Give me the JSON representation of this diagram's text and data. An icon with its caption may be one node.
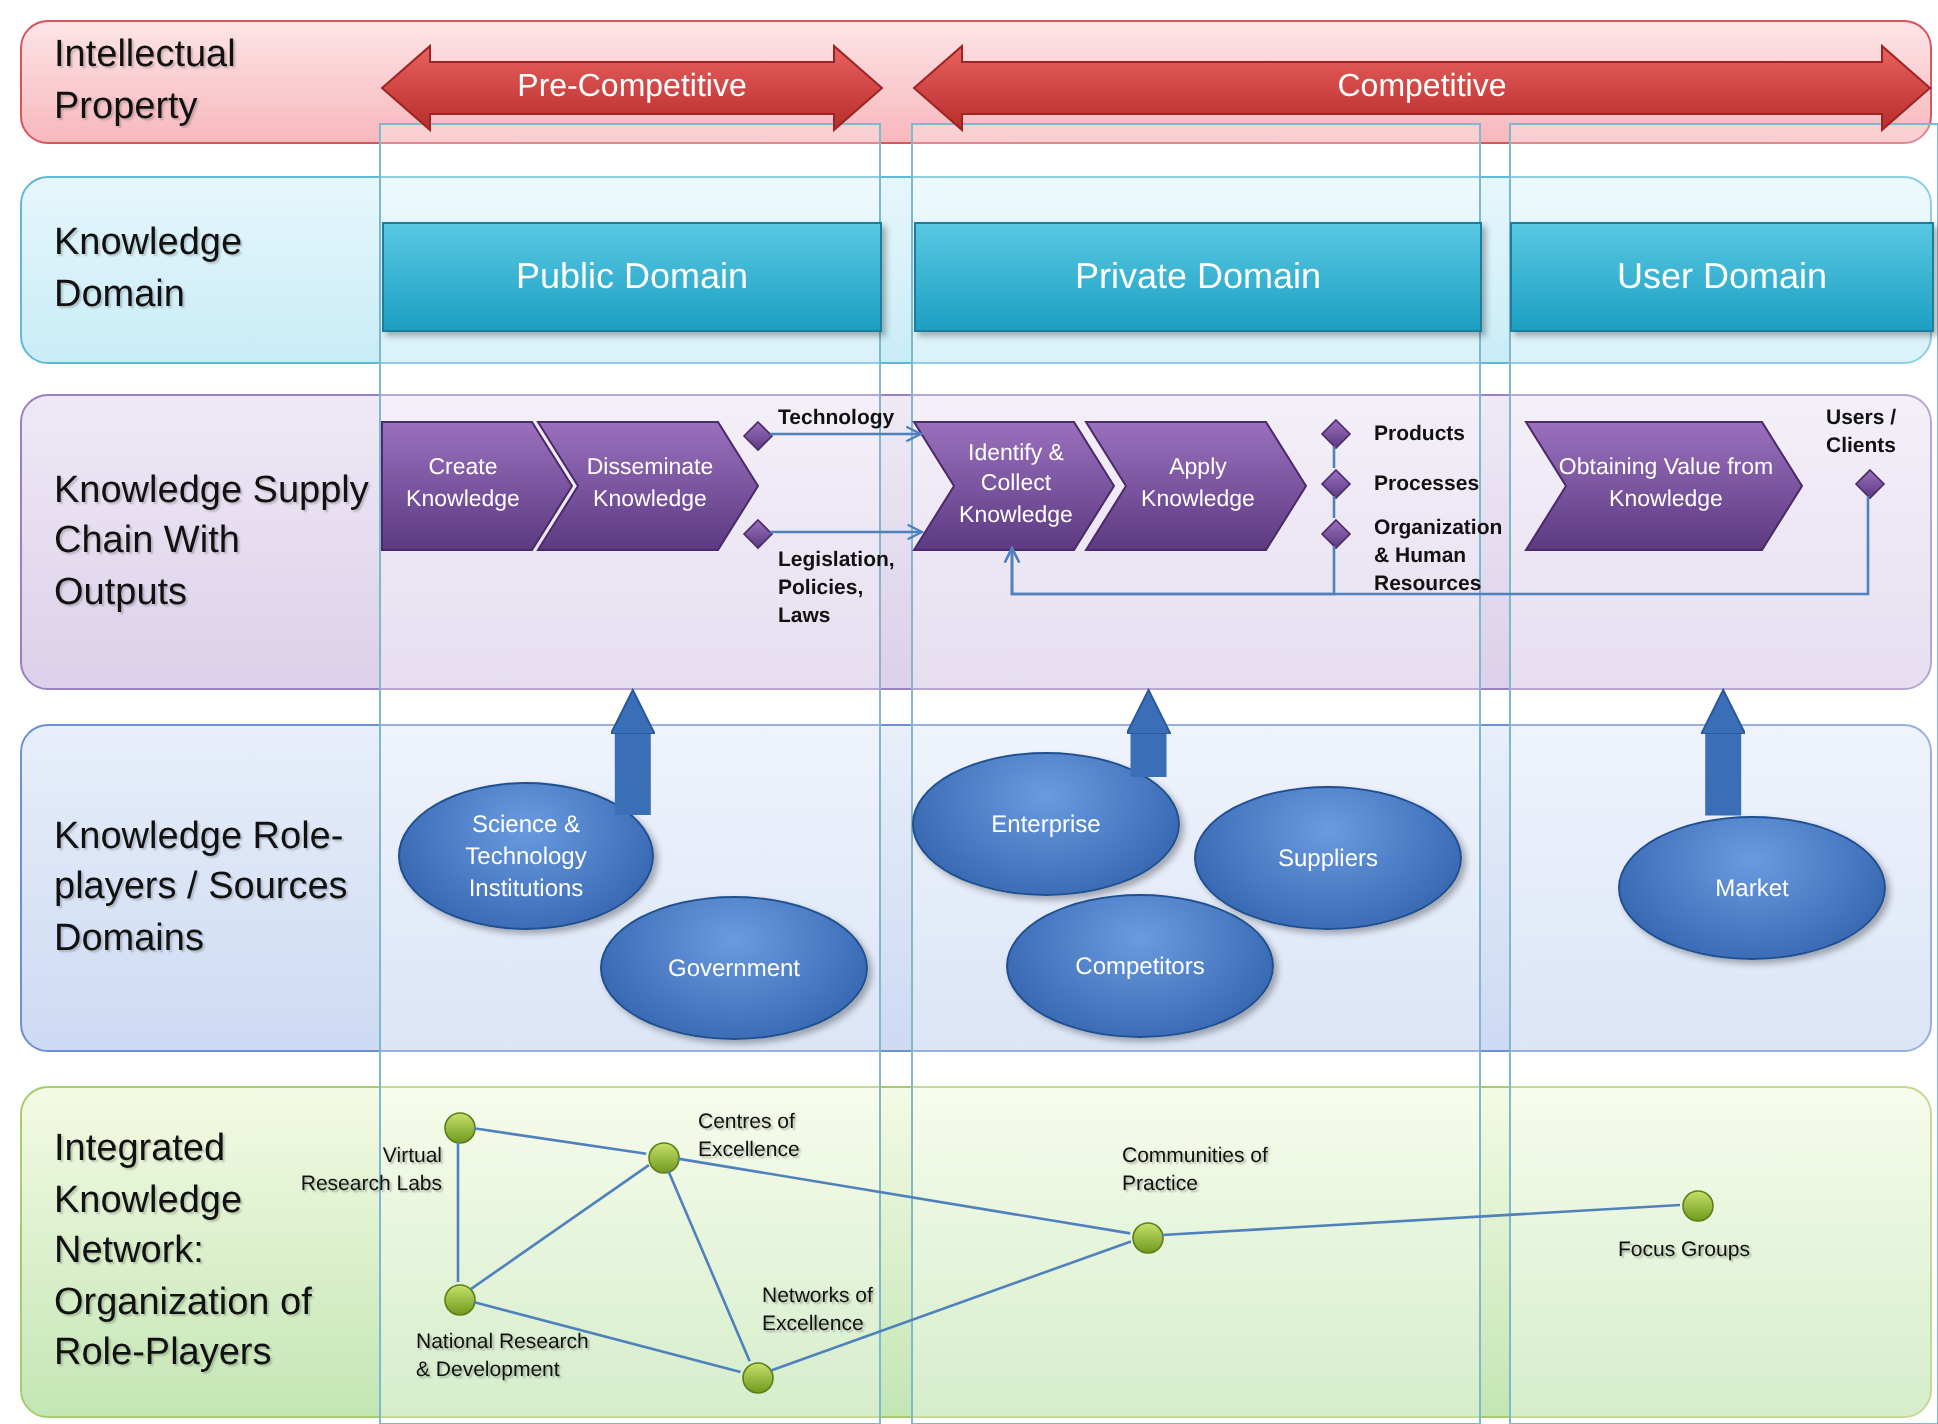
{
  "diagram": {
    "nodes": [
      {
        "text": [
          "Intellectual Property"
        ]
      },
      {
        "text": [
          "Knowledge Domain"
        ]
      },
      {
        "text": [
          "Knowledge Supply Chain With Outputs"
        ]
      },
      {
        "text": [
          "Knowledge Role-players / Sources Domains"
        ]
      },
      {
        "text": [
          "Integrated Knowledge Network: Organization of Role-Players"
        ]
      },
      {
        "text": [
          "Pre-Competitive"
        ],
        "in": 0
      },
      {
        "text": [
          "Competitive"
        ],
        "in": 0
      },
      {
        "text": [
          "Public Domain"
        ],
        "in": 1
      },
      {
        "text": [
          "Private Domain"
        ],
        "in": 1
      },
      {
        "text": [
          "User Domain"
        ],
        "in": 1
      },
      {
        "text": [
          "Create Knowledge"
        ],
        "in": 2
      },
      {
        "text": [
          "Disseminate Knowledge"
        ],
        "in": 2
      },
      {
        "text": [
          "Identify & Collect Knowledge"
        ],
        "in": 2
      },
      {
        "text": [
          "Apply Knowledge"
        ],
        "in": 2
      },
      {
        "text": [
          "Obtaining Value from Knowledge"
        ],
        "in": 2
      },
      {
        "text": [],
        "shape": "diamond",
        "in": 2,
        "beside": [
          "Technology"
        ]
      },
      {
        "text": [],
        "shape": "diamond",
        "in": 2,
        "beside": [
          "Legislation, Policies, Laws"
        ]
      },
      {
        "text": [],
        "shape": "diamond",
        "in": 2,
        "beside": [
          "Products"
        ]
      },
      {
        "text": [],
        "shape": "diamond",
        "in": 2,
        "beside": [
          "Processes"
        ]
      },
      {
        "text": [],
        "shape": "diamond",
        "in": 2,
        "beside": [
          "Organization & Human Resources"
        ]
      },
      {
        "text": [],
        "shape": "diamond",
        "in": 2,
        "beside": [
          "Users / Clients"
        ]
      },
      {
        "text": [
          "Science & Technology Institutions"
        ],
        "in": 3
      },
      {
        "text": [
          "Government"
        ],
        "in": 3
      },
      {
        "text": [
          "Enterprise"
        ],
        "in": 3
      },
      {
        "text": [
          "Suppliers"
        ],
        "in": 3
      },
      {
        "text": [
          "Competitors"
        ],
        "in": 3
      },
      {
        "text": [
          "Market"
        ],
        "in": 3
      },
      {
        "text": [],
        "shape": "circle",
        "in": 4,
        "beside": [
          "Virtual Research Labs"
        ]
      },
      {
        "text": [],
        "shape": "circle",
        "in": 4,
        "beside": [
          "Centres of Excellence"
        ]
      },
      {
        "text": [],
        "shape": "circle",
        "in": 4,
        "beside": [
          "Communities of Practice"
        ]
      },
      {
        "text": [],
        "shape": "circle",
        "in": 4,
        "beside": [
          "Focus Groups"
        ]
      },
      {
        "text": [],
        "shape": "circle",
        "in": 4,
        "beside": [
          "National Research & Development"
        ]
      },
      {
        "text": [],
        "shape": "circle",
        "in": 4,
        "beside": [
          "Networks of Excellence"
        ]
      }
    ],
    "edges": [
      {
        "from": 15,
        "to": 12,
        "arrow": "to"
      },
      {
        "from": 16,
        "to": 12,
        "arrow": "to"
      },
      {
        "from": 17,
        "to": 18,
        "arrow": "none"
      },
      {
        "from": 18,
        "to": 19,
        "arrow": "none"
      },
      {
        "from": 19,
        "to": 12,
        "arrow": "to"
      },
      {
        "from": 20,
        "to": 12,
        "arrow": "to"
      },
      {
        "from": 21,
        "to": 2,
        "arrow": "to",
        "style": "thick"
      },
      {
        "from": 23,
        "to": 2,
        "arrow": "to",
        "style": "thick"
      },
      {
        "from": 26,
        "to": 2,
        "arrow": "to",
        "style": "thick"
      },
      {
        "from": 27,
        "to": 28,
        "arrow": "none"
      },
      {
        "from": 27,
        "to": 31,
        "arrow": "none"
      },
      {
        "from": 31,
        "to": 28,
        "arrow": "none"
      },
      {
        "from": 28,
        "to": 32,
        "arrow": "none"
      },
      {
        "from": 31,
        "to": 32,
        "arrow": "none"
      },
      {
        "from": 28,
        "to": 29,
        "arrow": "none"
      },
      {
        "from": 32,
        "to": 29,
        "arrow": "none"
      },
      {
        "from": 29,
        "to": 30,
        "arrow": "none"
      }
    ]
  }
}
